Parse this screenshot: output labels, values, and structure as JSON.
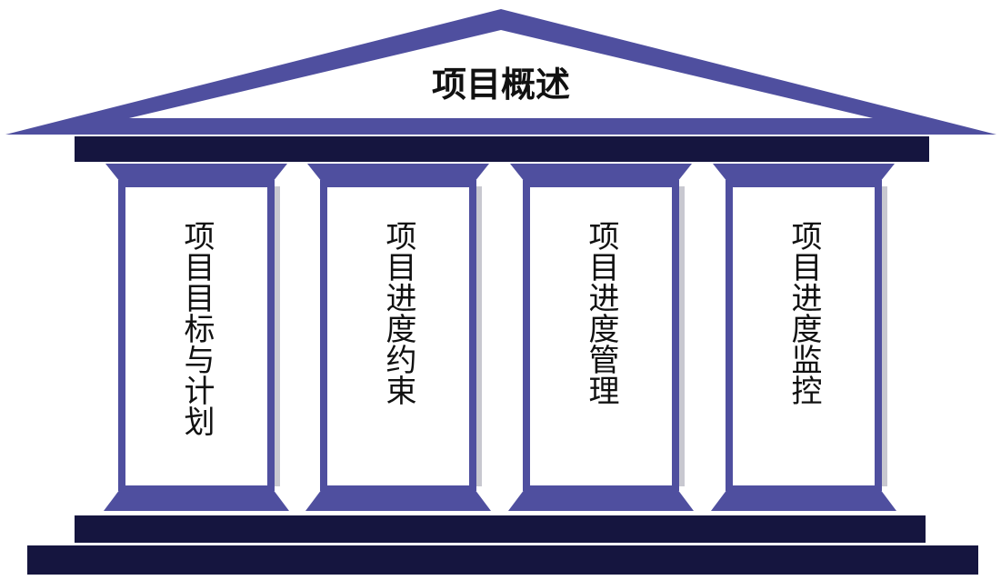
{
  "diagram": {
    "title": "项目概述",
    "pillars": [
      {
        "label": "项目目标与计划"
      },
      {
        "label": "项目进度约束"
      },
      {
        "label": "项目进度管理"
      },
      {
        "label": "项目进度监控"
      }
    ]
  },
  "colors": {
    "purple": "#4f4f9f",
    "navy": "#15153f",
    "panel": "#ffffff",
    "shadow": "#c8c8d0"
  }
}
